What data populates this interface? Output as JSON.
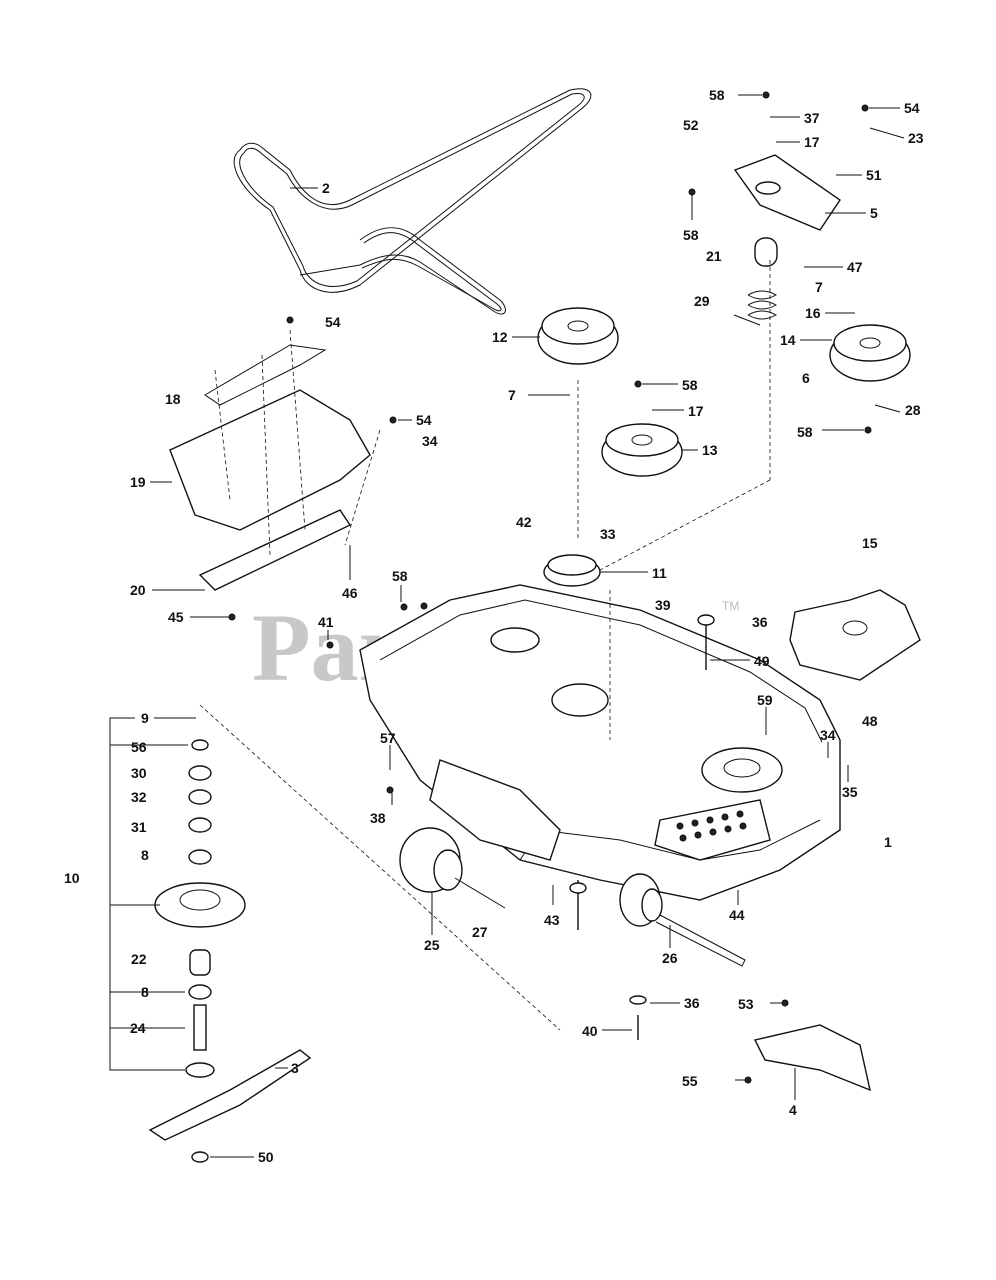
{
  "watermark": {
    "text": "PartsTree",
    "mark": "TM"
  },
  "part_numbers": [
    "1",
    "2",
    "3",
    "4",
    "5",
    "6",
    "7",
    "8",
    "9",
    "10",
    "11",
    "12",
    "13",
    "14",
    "15",
    "16",
    "17",
    "18",
    "19",
    "20",
    "21",
    "22",
    "23",
    "24",
    "25",
    "26",
    "27",
    "28",
    "29",
    "30",
    "31",
    "32",
    "33",
    "34",
    "35",
    "36",
    "37",
    "38",
    "39",
    "40",
    "41",
    "42",
    "43",
    "44",
    "45",
    "46",
    "47",
    "48",
    "49",
    "50",
    "51",
    "52",
    "53",
    "54",
    "55",
    "56",
    "57",
    "58",
    "59"
  ]
}
